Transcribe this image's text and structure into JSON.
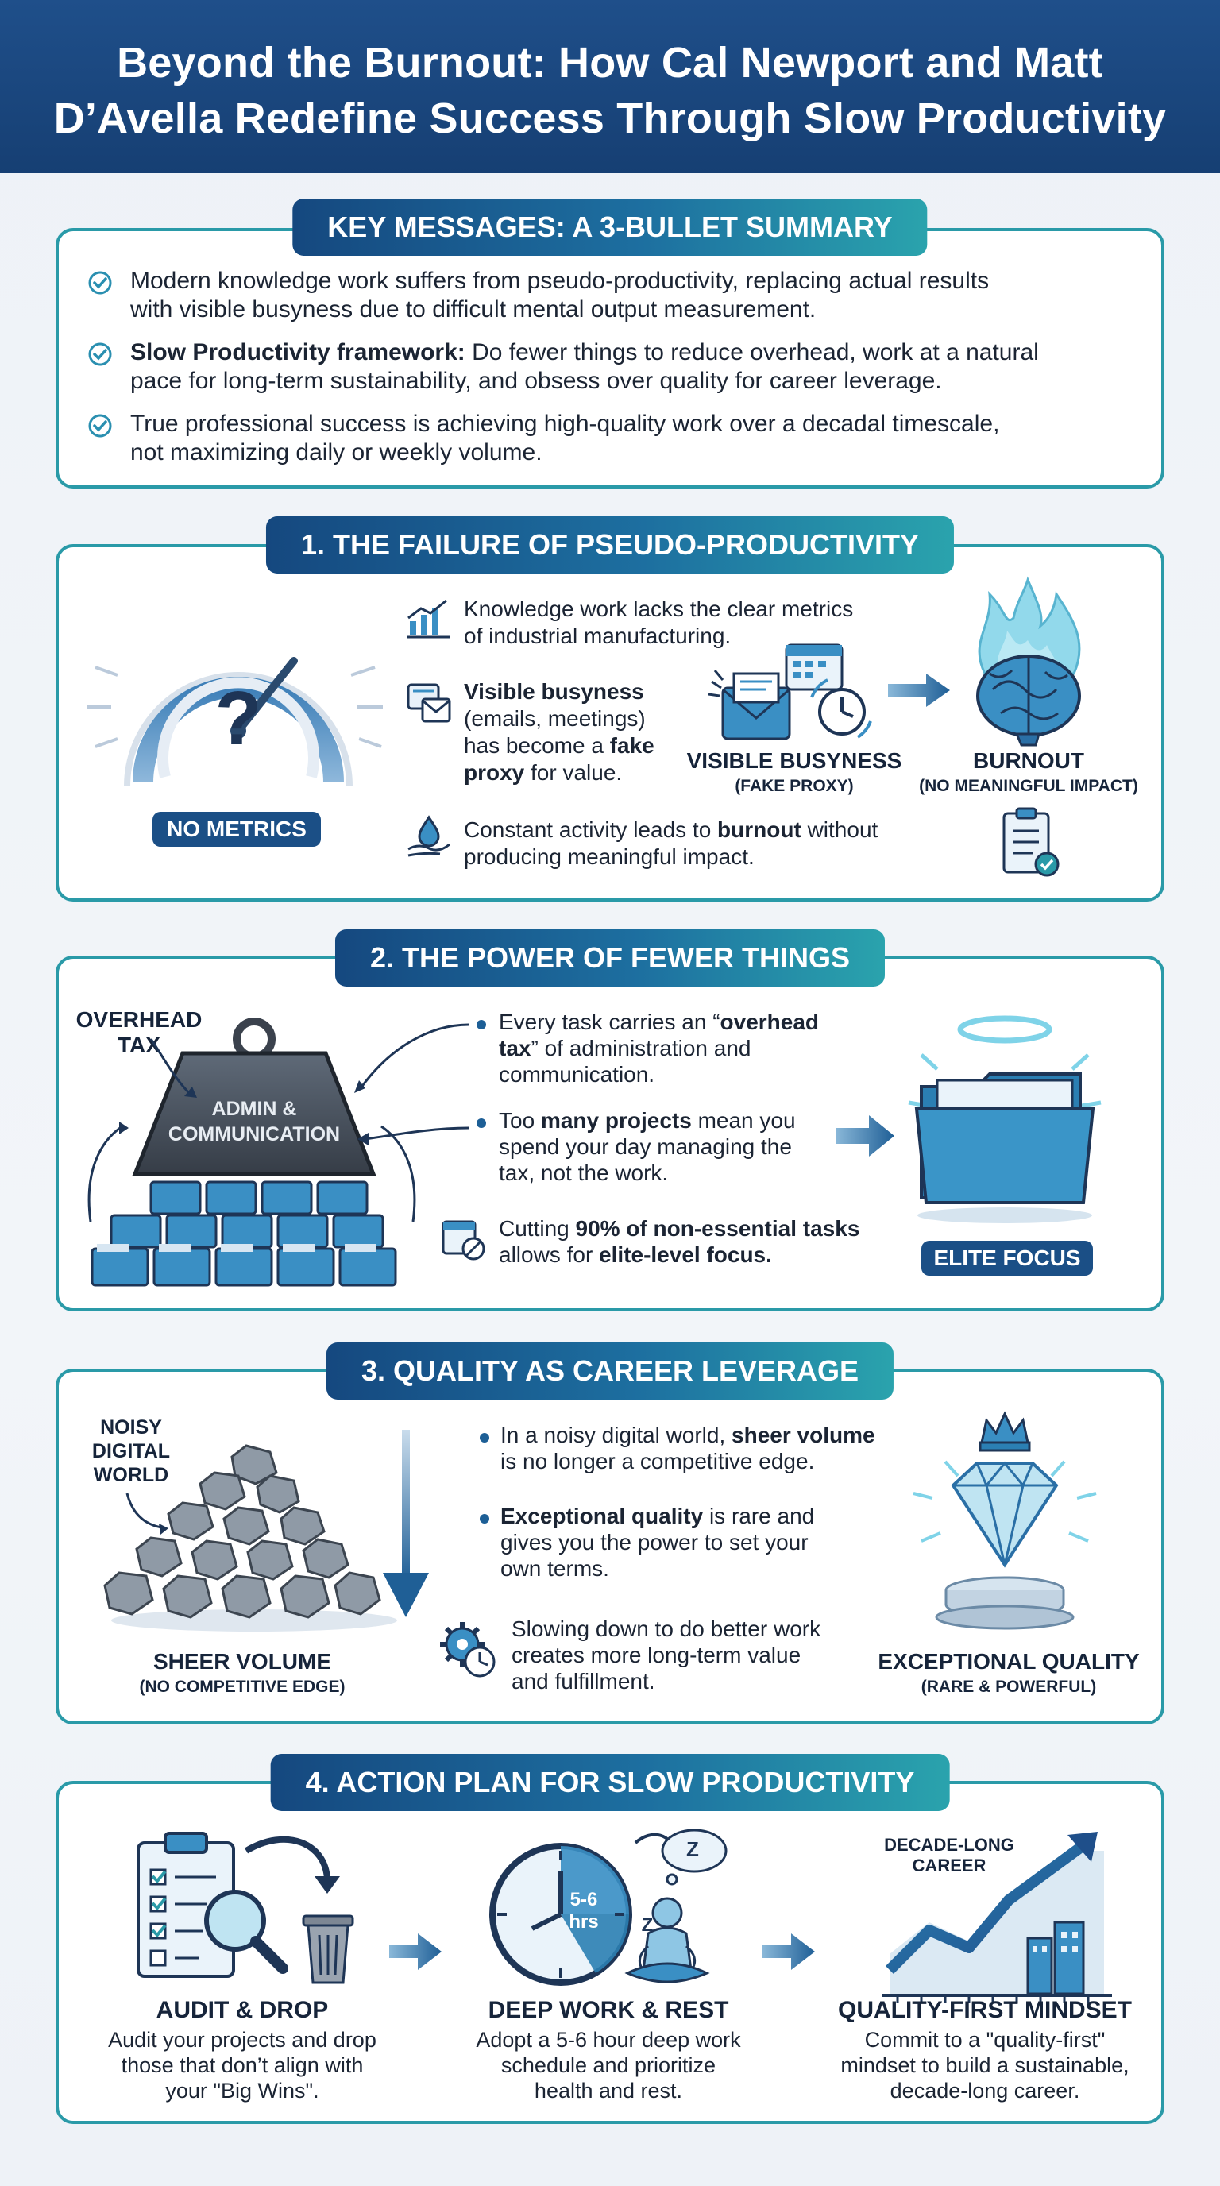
{
  "header": {
    "title_line1": "Beyond the Burnout: How Cal Newport and Matt",
    "title_line2": "D’Avella Redefine Success Through Slow Productivity"
  },
  "summary": {
    "heading": "KEY MESSAGES: A 3-BULLET SUMMARY",
    "bullets": [
      {
        "line1": "Modern knowledge work suffers from pseudo-productivity, replacing actual results",
        "line2": "with visible busyness due to difficult mental output measurement."
      },
      {
        "bold": "Slow Productivity framework:",
        "line1": " Do fewer things to reduce overhead, work at a natural",
        "line2": "pace for long-term sustainability, and obsess over quality for career leverage."
      },
      {
        "line1": "True professional success is achieving high-quality work over a decadal timescale,",
        "line2": "not maximizing daily or weekly volume."
      }
    ]
  },
  "section1": {
    "heading": "1. THE FAILURE OF PSEUDO-PRODUCTIVITY",
    "gauge_symbol": "?",
    "no_metrics": "NO METRICS",
    "point1": {
      "line1": "Knowledge work lacks the clear metrics",
      "line2": "of industrial manufacturing."
    },
    "point2": {
      "bold1": "Visible busyness",
      "line2": "(emails, meetings)",
      "line3a": "has become a ",
      "bold3": "fake",
      "bold4": "proxy",
      "line4b": " for value."
    },
    "point3": {
      "line1a": "Constant activity leads to ",
      "bold1": "burnout",
      "line1b": " without",
      "line2": "producing meaningful impact."
    },
    "visible_busyness": "VISIBLE BUSYNESS",
    "fake_proxy": "(FAKE PROXY)",
    "burnout": "BURNOUT",
    "no_impact": "(NO MEANINGFUL IMPACT)"
  },
  "section2": {
    "heading": "2. THE POWER OF FEWER THINGS",
    "overhead_l1": "OVERHEAD",
    "overhead_l2": "TAX",
    "weight_l1": "ADMIN &",
    "weight_l2": "COMMUNICATION",
    "point1": {
      "line1a": "Every task carries an “",
      "bold1": "overhead",
      "bold2": "tax",
      "line2b": "” of administration and",
      "line3": "communication."
    },
    "point2": {
      "line1a": "Too ",
      "bold1": "many projects",
      "line1b": " mean you",
      "line2": "spend your day managing the",
      "line3": "tax, not the work."
    },
    "point3": {
      "line1a": "Cutting ",
      "bold1": "90% of non-essential tasks",
      "line2a": "allows for ",
      "bold2": "elite-level focus."
    },
    "elite_focus": "ELITE FOCUS"
  },
  "section3": {
    "heading": "3. QUALITY AS CAREER LEVERAGE",
    "noisy_l1": "NOISY",
    "noisy_l2": "DIGITAL",
    "noisy_l3": "WORLD",
    "point1": {
      "line1a": "In a noisy digital world, ",
      "bold1": "sheer volume",
      "line2": "is no longer a competitive edge."
    },
    "point2": {
      "bold1": "Exceptional quality",
      "line1b": " is rare and",
      "line2": "gives you the power to set your",
      "line3": "own terms."
    },
    "point3": {
      "line1": "Slowing down to do better work",
      "line2": "creates more long-term value",
      "line3": "and fulfillment."
    },
    "sheer_volume": "SHEER VOLUME",
    "no_edge": "(NO COMPETITIVE EDGE)",
    "exceptional_quality": "EXCEPTIONAL QUALITY",
    "rare_powerful": "(RARE & POWERFUL)"
  },
  "section4": {
    "heading": "4. ACTION PLAN FOR SLOW PRODUCTIVITY",
    "clock_l1": "5-6",
    "clock_l2": "hrs",
    "zzz_big": "Z",
    "zzz_small": "Z",
    "career_l1": "DECADE-LONG",
    "career_l2": "CAREER",
    "steps": [
      {
        "title": "AUDIT & DROP",
        "l1": "Audit your projects and drop",
        "l2": "those that don’t align with",
        "l3": "your \"Big Wins\"."
      },
      {
        "title": "DEEP WORK & REST",
        "l1": "Adopt a 5-6 hour deep work",
        "l2": "schedule and prioritize",
        "l3": "health and rest."
      },
      {
        "title": "QUALITY-FIRST MINDSET",
        "l1": "Commit to a \"quality-first\"",
        "l2": "mindset to build a sustainable,",
        "l3": "decade-long career."
      }
    ]
  },
  "colors": {
    "navy": "#163f73",
    "teal": "#2a9aa8",
    "blue": "#3b8fc4"
  }
}
